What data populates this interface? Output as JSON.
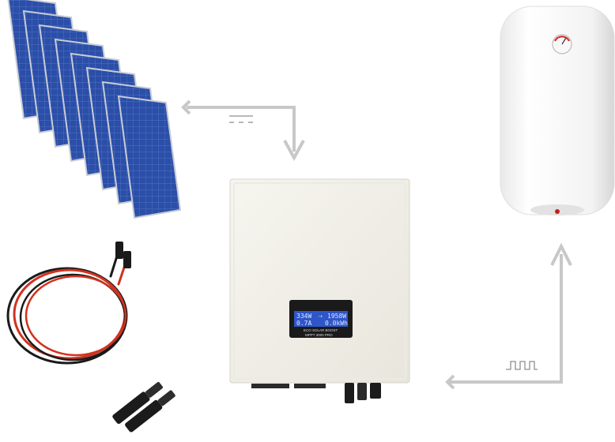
{
  "diagram": {
    "dc_symbol": "⎓",
    "ac_symbol": "⎍⎍",
    "inverter": {
      "brand": "ECO SOLAR",
      "model_line1": "ECO SOLAR BOOST",
      "model_line2": "MPPT 3000 PRO",
      "lcd_line1_left": "334W",
      "lcd_line1_mid": "⇢",
      "lcd_line1_right": "1958W",
      "lcd_line2_left": "0.7A",
      "lcd_line2_right": "0.0kWh"
    },
    "colors": {
      "panel_blue": "#2b4fa8",
      "panel_frame": "#c9ccd6",
      "arrow_gray": "#c8c8c8",
      "inverter_body": "#f2f1ea",
      "lcd_blue": "#2f56c8",
      "cable_red": "#d1321f",
      "cable_black": "#1a1a1a"
    },
    "icons": [
      "solar-panel-icon",
      "inverter-icon",
      "water-heater-icon",
      "cable-icon",
      "mc4-connector-icon",
      "arrow-icon"
    ]
  }
}
